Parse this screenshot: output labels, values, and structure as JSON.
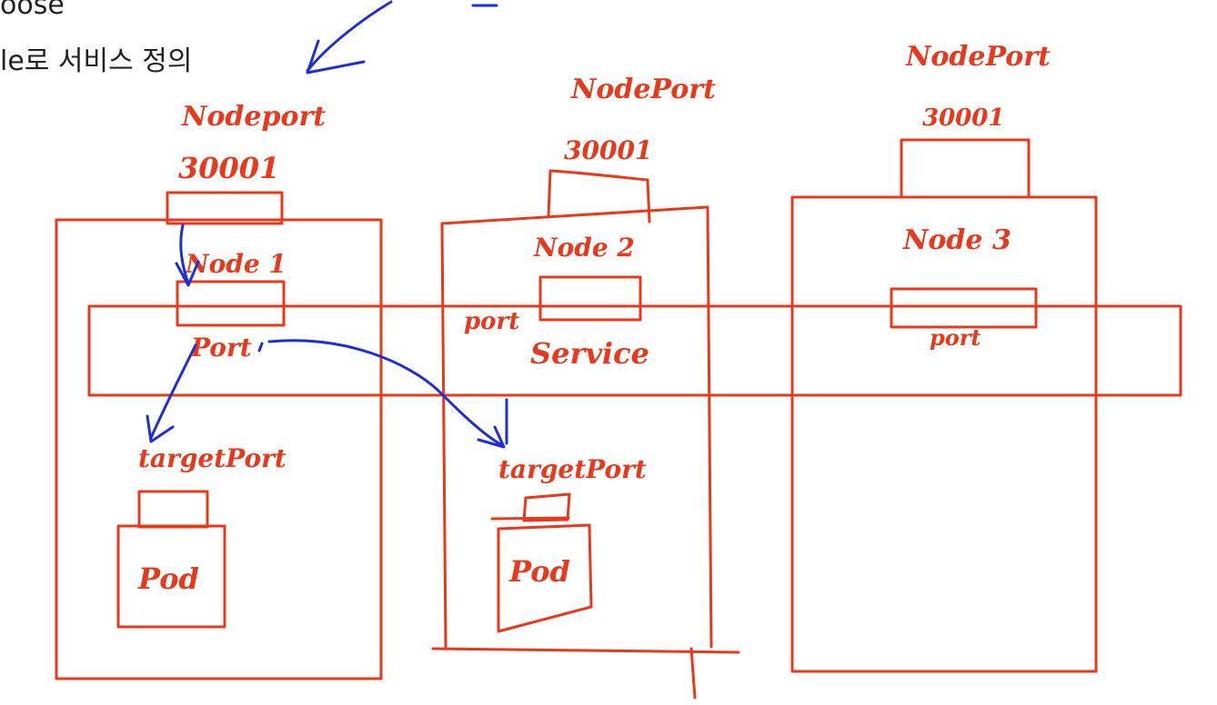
{
  "slide": {
    "line1": "oose",
    "line2": "le로 서비스 정의"
  },
  "node1": {
    "nodeport_label": "Nodeport",
    "nodeport_value": "30001",
    "node_label": "Node 1",
    "port_label": "Port",
    "target_label": "targetPort",
    "pod_label": "Pod"
  },
  "node2": {
    "nodeport_label": "NodePort",
    "nodeport_value": "30001",
    "node_label": "Node 2",
    "port_label": "port",
    "service_label": "Service",
    "target_label": "targetPort",
    "pod_label": "Pod"
  },
  "node3": {
    "nodeport_label": "NodePort",
    "nodeport_value": "30001",
    "node_label": "Node 3",
    "port_label": "port"
  },
  "colors": {
    "ink_red": "#e8391c",
    "ink_blue": "#1f2fd6",
    "text": "#222222"
  }
}
